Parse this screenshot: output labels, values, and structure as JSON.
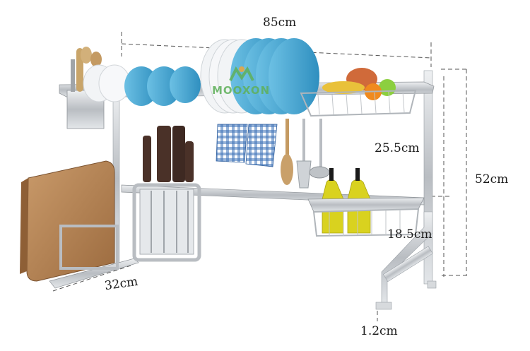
{
  "brand": {
    "name": "MOOXON"
  },
  "dimensions": {
    "width": "85cm",
    "middle_height": "25.5cm",
    "total_height": "52cm",
    "basket_height": "18.5cm",
    "depth": "32cm",
    "foot_height": "1.2cm"
  },
  "colors": {
    "steel": "#c9ccd0",
    "steel_dark": "#8f9499",
    "plate_blue": "#4aa6cf",
    "plate_white": "#f2f4f6",
    "wood": "#b8875a",
    "knife_handle": "#4a3128",
    "soap_yellow": "#d9d21f",
    "towel_blue": "#3e73b8"
  }
}
